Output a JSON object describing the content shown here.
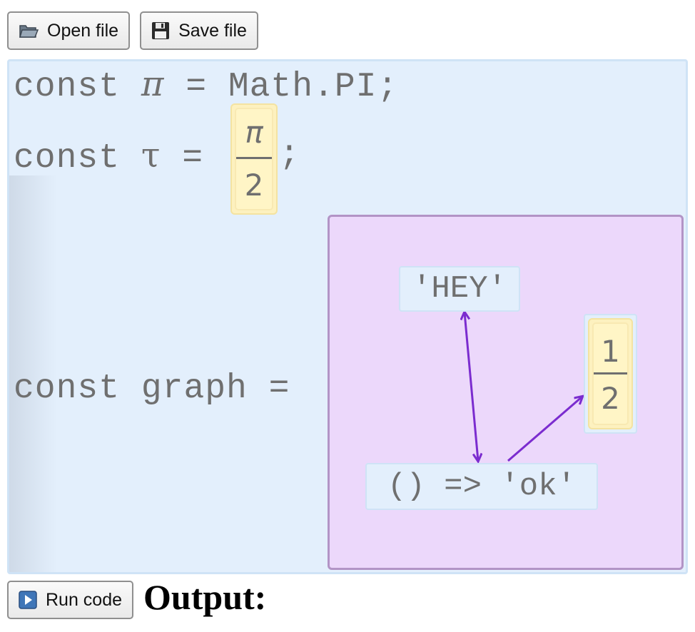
{
  "toolbar": {
    "open_label": "Open file",
    "open_icon": "folder-icon",
    "save_label": "Save file",
    "save_icon": "floppy-disk-icon"
  },
  "editor": {
    "line1": {
      "keyword": "const",
      "name": "π",
      "rest": "= Math.PI;"
    },
    "line2": {
      "keyword": "const",
      "name": "τ",
      "eq": "=",
      "frac_num": "π",
      "frac_den": "2",
      "semicolon": ";"
    },
    "line3": {
      "text": "const graph ="
    },
    "graph": {
      "node_hey": "'HEY'",
      "node_fn": "() => 'ok'",
      "node_half_num": "1",
      "node_half_den": "2",
      "edge_color": "#7b2ccf"
    }
  },
  "bottom": {
    "run_label": "Run code",
    "run_icon": "play-icon",
    "output_label": "Output:"
  }
}
